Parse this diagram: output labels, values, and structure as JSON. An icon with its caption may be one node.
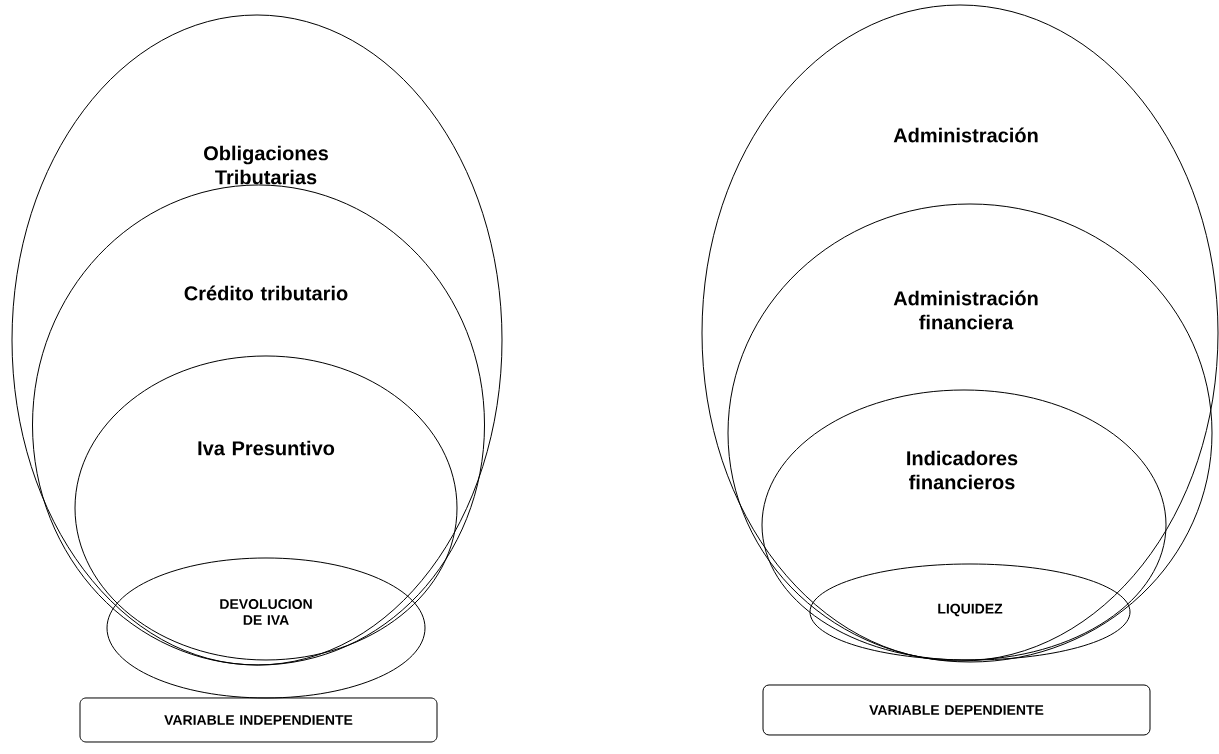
{
  "diagram": {
    "nodes": [
      {
        "text": [
          "Obligaciones Tributarias"
        ]
      },
      {
        "text": [
          "Crédito tributario"
        ],
        "in": 0
      },
      {
        "text": [
          "Iva Presuntivo"
        ],
        "in": 1
      },
      {
        "text": [
          "DEVOLUCION DE IVA"
        ]
      },
      {
        "text": [
          "VARIABLE INDEPENDIENTE"
        ]
      },
      {
        "text": [
          "Administración"
        ]
      },
      {
        "text": [
          "Administración financiera"
        ],
        "in": 5
      },
      {
        "text": [
          "Indicadores financieros"
        ],
        "in": 6
      },
      {
        "text": [
          "LIQUIDEZ"
        ],
        "in": 7
      },
      {
        "text": [
          "VARIABLE DEPENDIENTE"
        ]
      }
    ]
  }
}
